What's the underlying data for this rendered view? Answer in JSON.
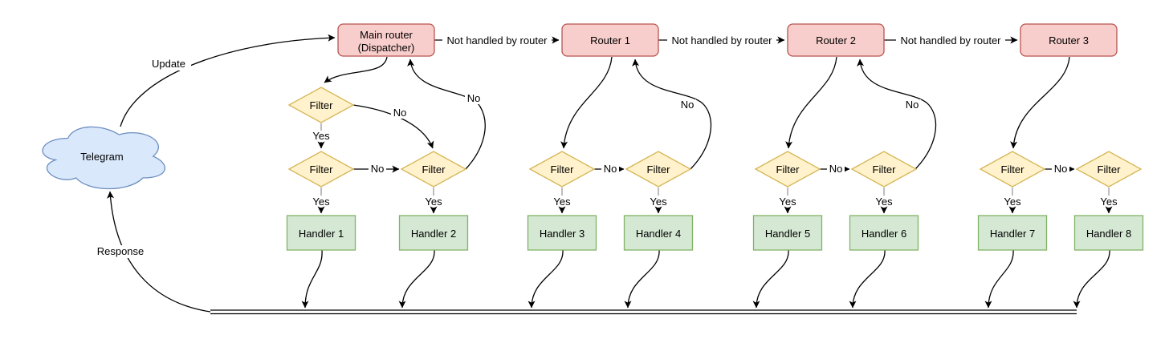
{
  "diagram": {
    "telegram": "Telegram",
    "update": "Update",
    "response": "Response",
    "main_router_line1": "Main router",
    "main_router_line2": "(Dispatcher)",
    "routers": [
      "Router 1",
      "Router 2",
      "Router 3"
    ],
    "not_handled": "Not handled by router",
    "filter": "Filter",
    "yes": "Yes",
    "no": "No",
    "handlers": [
      "Handler 1",
      "Handler 2",
      "Handler 3",
      "Handler 4",
      "Handler 5",
      "Handler 6",
      "Handler 7",
      "Handler 8"
    ],
    "colors": {
      "router_fill": "#f8cecc",
      "router_stroke": "#b85450",
      "filter_fill": "#fff2cc",
      "filter_stroke": "#d6b656",
      "handler_fill": "#d5e8d4",
      "handler_stroke": "#82b366",
      "cloud_fill": "#dae8fc",
      "cloud_stroke": "#6c8ebf",
      "edge": "#000000",
      "yes_stub": "#999999"
    }
  }
}
